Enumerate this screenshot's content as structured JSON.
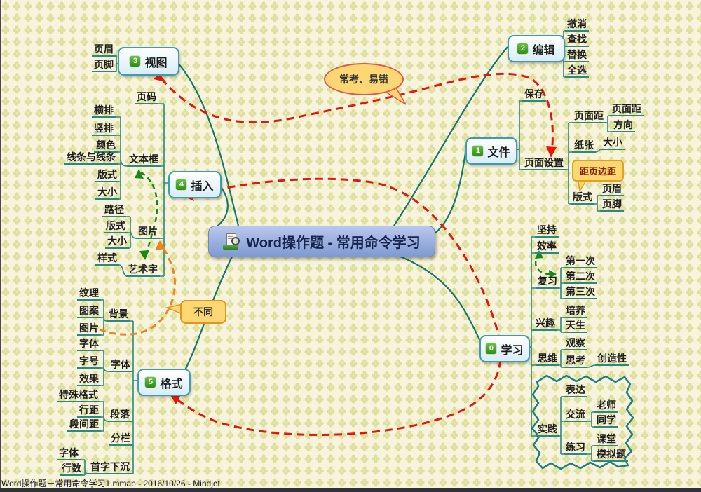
{
  "window": {
    "statusbar_text": "Word操作题－常用命令学习1.mmap - 2016/10/26 - Mindjet"
  },
  "central": {
    "title": "Word操作题 - 常用命令学习"
  },
  "callouts": {
    "exam": "常考、易错",
    "different": "不同",
    "margin": "距页边距"
  },
  "colors": {
    "background": "#f7f3dc",
    "pattern": "#dfe09e",
    "branch": "#17776d",
    "node_border": "#3d9bb3",
    "central_fill": "#8fa8d8",
    "badge_green": "#3aa017",
    "relationship_red": "#e8150a",
    "relationship_green": "#178717",
    "relationship_orange": "#f0851c",
    "callout_fill": "#fcd773"
  },
  "topics": {
    "file": {
      "badge": "1",
      "label": "文件",
      "children": {
        "save": "保存",
        "page_setup": "页面设置"
      },
      "page_setup_children": {
        "margin": {
          "label": "页面距",
          "items": [
            "页面距",
            "方向"
          ]
        },
        "paper": {
          "label": "纸张",
          "items": [
            "大小"
          ]
        },
        "layout": {
          "label": "版式",
          "items": [
            "页眉",
            "页脚"
          ]
        }
      }
    },
    "edit": {
      "badge": "2",
      "label": "编辑",
      "items": [
        "撤消",
        "查找",
        "替换",
        "全选"
      ]
    },
    "view": {
      "badge": "3",
      "label": "视图",
      "items": [
        "页眉",
        "页脚"
      ]
    },
    "insert": {
      "badge": "4",
      "label": "插入",
      "page_number": "页码",
      "textbox": {
        "label": "文本框",
        "items": [
          "横排",
          "竖排",
          "颜色",
          "线条与线条",
          "版式",
          "大小"
        ]
      },
      "picture": {
        "label": "图片",
        "items": [
          "路径",
          "版式",
          "大小"
        ]
      },
      "wordart": {
        "label": "艺术字",
        "items": [
          "样式"
        ]
      }
    },
    "format": {
      "badge": "5",
      "label": "格式",
      "background": {
        "label": "背景",
        "items": [
          "纹理",
          "图案",
          "图片"
        ]
      },
      "font": {
        "label": "字体",
        "items": [
          "字体",
          "字号",
          "效果"
        ]
      },
      "paragraph": {
        "label": "段落",
        "items": [
          "特殊格式",
          "行距",
          "段间距"
        ]
      },
      "columns": {
        "label": "分栏"
      },
      "dropcap": {
        "label": "首字下沉",
        "items": [
          "字体",
          "行数"
        ]
      }
    },
    "study": {
      "badge": "0",
      "label": "学习",
      "persist": "坚持",
      "efficiency": "效率",
      "review": {
        "label": "复习",
        "items": [
          "第一次",
          "第二次",
          "第三次"
        ]
      },
      "interest": {
        "label": "兴趣",
        "items": [
          "培养",
          "天生"
        ]
      },
      "thinking": {
        "label": "思维",
        "observe": "观察",
        "think": "思考",
        "creativity": "创造性"
      },
      "practice": {
        "label": "实践",
        "express": "表达",
        "communicate": {
          "label": "交流",
          "items": [
            "老师",
            "同学"
          ]
        },
        "exercise": {
          "label": "练习",
          "items": [
            "课堂",
            "模拟题"
          ]
        }
      }
    }
  }
}
